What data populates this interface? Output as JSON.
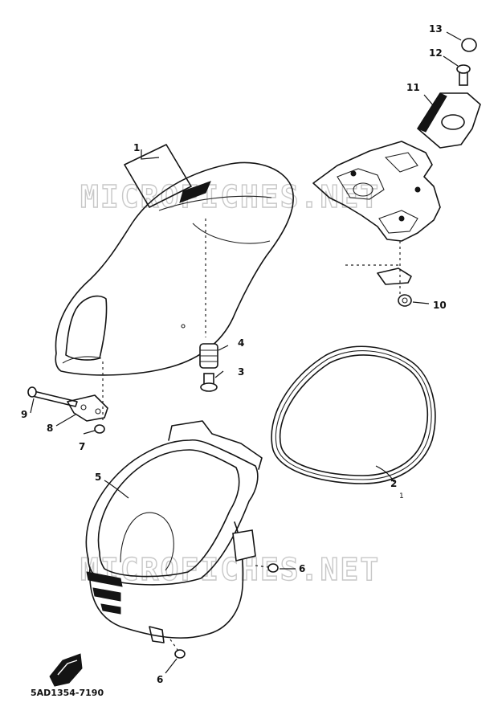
{
  "watermarks": [
    "MICROFICHES.NET",
    "MICROFICHES.NET"
  ],
  "diagram_code": "5AD1354-7190",
  "callouts": [
    "1",
    "2",
    "1",
    "3",
    "4",
    "5",
    "6",
    "6",
    "7",
    "8",
    "9",
    "10",
    "11",
    "12",
    "13"
  ]
}
